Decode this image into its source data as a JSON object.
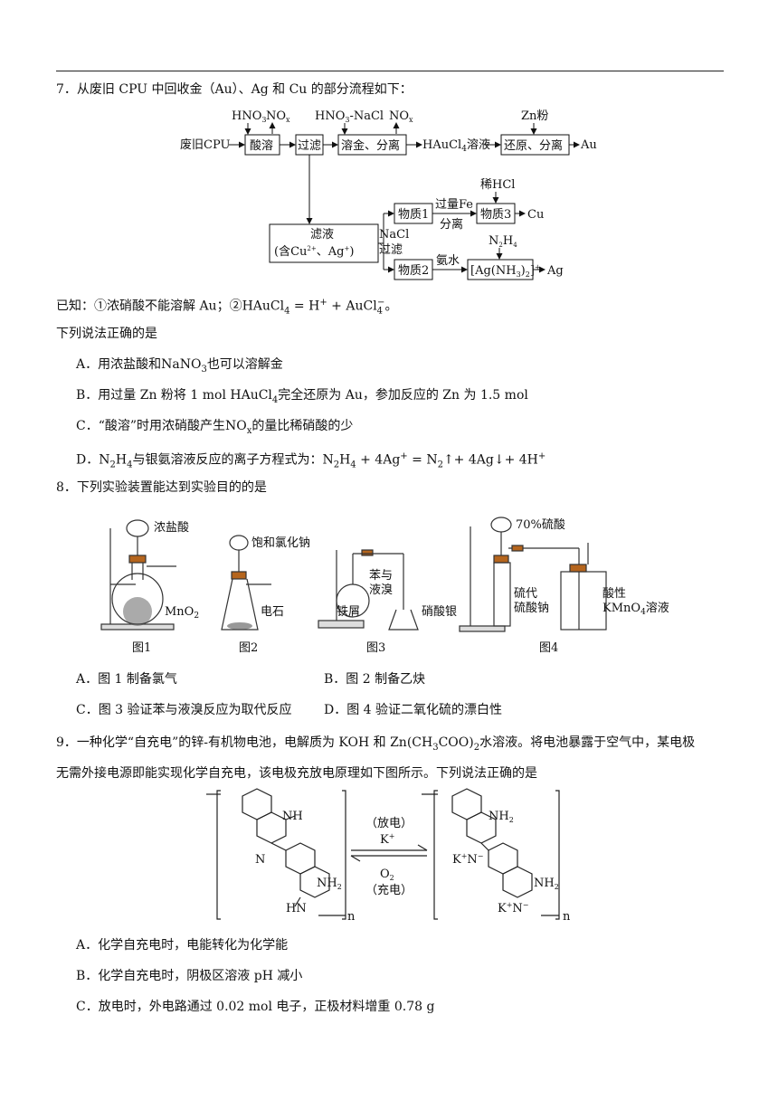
{
  "q7": {
    "stem": "7．从废旧 CPU 中回收金（Au）、Ag 和 Cu 的部分流程如下：",
    "flow": {
      "start": "废旧CPU",
      "hno3": "HNO",
      "hno3_sub": "3",
      "nox": "NO",
      "nox_sub": "x",
      "step1": "酸溶",
      "step2": "过滤",
      "reagent2": "HNO",
      "reagent2_sub": "3",
      "reagent2_tail": "-NaCl",
      "nox2": "NO",
      "nox2_sub": "x",
      "step3": "溶金、分离",
      "product1_a": "HAuCl",
      "product1_sub": "4",
      "product1_b": "溶液",
      "zn": "Zn粉",
      "step4": "还原、分离",
      "au": "Au",
      "filtrate": "滤液",
      "filtrate_sub": "(含Cu",
      "filtrate_sub2": "、Ag",
      "filtrate_sub3": ")",
      "nacl": "NaCl",
      "filter2": "过滤",
      "mat1": "物质1",
      "excess_fe": "过量Fe",
      "sep": "分离",
      "dil_hcl": "稀HCl",
      "mat3": "物质3",
      "cu": "Cu",
      "mat2": "物质2",
      "ammonia": "氨水",
      "n2h4": "N",
      "complex": "[Ag(NH",
      "complex_tail": ")",
      "ag": "Ag"
    },
    "known": "已知：①浓硝酸不能溶解 Au；②HAuCl",
    "known_tail": " = H",
    "known_tail2": " + AuCl",
    "known_end": "。",
    "ask": "下列说法正确的是",
    "options": {
      "A": "A．用浓盐酸和NaNO",
      "A_tail": "也可以溶解金",
      "B": "B．用过量 Zn 粉将 1 mol  HAuCl",
      "B_tail": "完全还原为 Au，参加反应的 Zn 为 1.5 mol",
      "C": "C．“酸溶”时用浓硝酸产生NO",
      "C_tail": "的量比稀硝酸的少",
      "D": "D．N",
      "D_mid": "H",
      "D_mid2": "与银氨溶液反应的离子方程式为：N",
      "D_eq1": "H",
      "D_eq2": " + 4Ag",
      "D_eq3": " = N",
      "D_eq4": "↑+ 4Ag↓+ 4H"
    }
  },
  "q8": {
    "stem": "8．下列实验装置能达到实验目的的是",
    "fig_labels": {
      "conc_hcl": "浓盐酸",
      "mno2": "MnO",
      "sat_nacl": "饱和氯化钠",
      "carbide": "电石",
      "benzene1": "苯与",
      "benzene2": "液溴",
      "iron": "铁屑",
      "agno3": "硝酸银",
      "h2so4": "70%硫酸",
      "thio1": "硫代",
      "thio2": "硫酸钠",
      "acidic": "酸性",
      "kmno4": "KMnO",
      "kmno4_tail": "溶液",
      "fig1": "图1",
      "fig2": "图2",
      "fig3": "图3",
      "fig4": "图4"
    },
    "options": {
      "A": "A．图 1 制备氯气",
      "B": "B．图 2 制备乙炔",
      "C": "C．图 3 验证苯与液溴反应为取代反应",
      "D": "D．图 4 验证二氧化硫的漂白性"
    }
  },
  "q9": {
    "stem1": "9．一种化学“自充电”的锌-有机物电池，电解质为 KOH 和 Zn(CH",
    "stem1_b": "COO)",
    "stem1_c": "水溶液。将电池暴露于空气中，某电极",
    "stem2": "无需外接电源即能实现化学自充电，该电极充放电原理如下图所示。下列说法正确的是",
    "scheme": {
      "discharge": "（放电）",
      "k": "K",
      "o2": "O",
      "charge": "（充电）",
      "nh": "NH",
      "nh2": "NH",
      "hn": "HN",
      "n_label": "N",
      "n_sub": "n"
    },
    "options": {
      "A": "A．化学自充电时，电能转化为化学能",
      "B": "B．化学自充电时，阴极区溶液 pH 减小",
      "C": "C．放电时，外电路通过 0.02 mol 电子，正极材料增重 0.78 g"
    }
  }
}
